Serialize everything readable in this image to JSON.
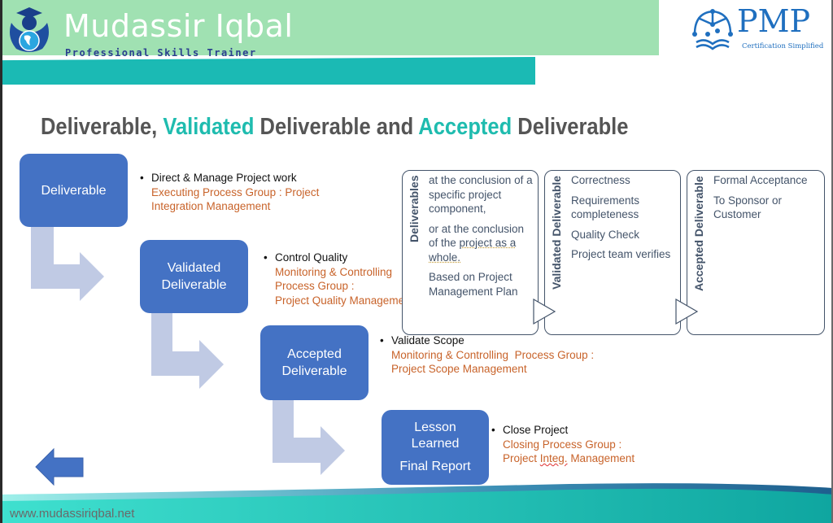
{
  "header": {
    "brand_name": "Mudassir Iqbal",
    "brand_tagline": "Professional Skills Trainer",
    "pmp_logo_text": "PMP",
    "pmp_logo_subtitle": "Certification Simplified"
  },
  "title": {
    "part1": "Deliverable, ",
    "part2_highlight": "Validated",
    "part3": " Deliverable and ",
    "part4_highlight": "Accepted",
    "part5": " Deliverable"
  },
  "colors": {
    "box_blue": "#4472c4",
    "arrow_light": "#c0cae4",
    "orange_text": "#c8632a",
    "teal_accent": "#1fbcaf",
    "header_green": "#a0e1b2",
    "header_teal": "#1bbab4"
  },
  "flow": [
    {
      "box_lines": [
        "Deliverable"
      ],
      "process": "Direct & Manage Project work",
      "group_lines": [
        "Executing Process Group : Project",
        "Integration Management"
      ]
    },
    {
      "box_lines": [
        "Validated",
        "Deliverable"
      ],
      "process": "Control Quality",
      "group_lines": [
        "Monitoring & Controlling",
        "Process Group :",
        "Project Quality Management"
      ]
    },
    {
      "box_lines": [
        "Accepted",
        "Deliverable"
      ],
      "process": "Validate Scope",
      "group_lines": [
        "Monitoring & Controlling  Process Group :",
        "Project Scope Management"
      ]
    },
    {
      "box_lines": [
        "Lesson",
        "Learned",
        "Final Report"
      ],
      "process": "Close Project",
      "group_lines": [
        "Closing Process Group :",
        "Project Integ. Management"
      ]
    }
  ],
  "panels": [
    {
      "label": "Deliverables",
      "items": [
        "at the conclusion of a specific project component,",
        "or at the conclusion of the project as a whole.",
        "Based on Project Management Plan"
      ]
    },
    {
      "label": "Validated Deliverable",
      "items": [
        "Correctness",
        "Requirements completeness",
        "Quality Check",
        "Project team verifies"
      ]
    },
    {
      "label": "Accepted Deliverable",
      "items": [
        "Formal Acceptance",
        "To Sponsor or Customer"
      ]
    }
  ],
  "footer": {
    "url": "www.mudassiriqbal.net",
    "back_icon": "left-arrow-icon"
  }
}
